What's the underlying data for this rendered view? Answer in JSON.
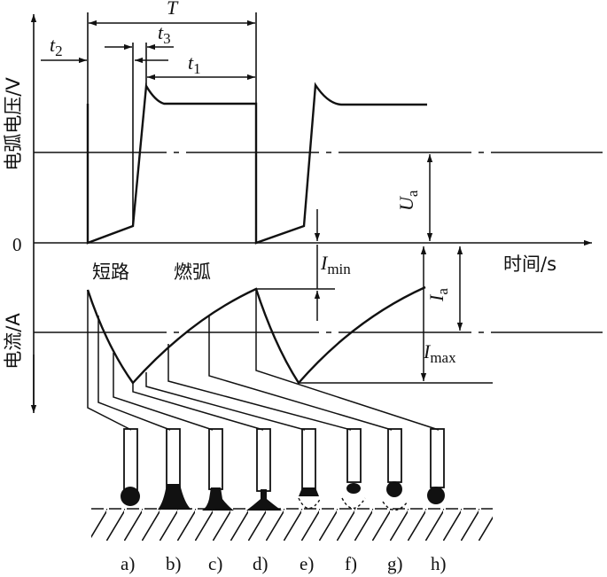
{
  "axes": {
    "voltage_label": "电弧电压/V",
    "current_label": "电流/A",
    "time_label": "时间/s",
    "origin_label": "0"
  },
  "timing": {
    "T": "T",
    "t1": {
      "sym": "t",
      "sub": "1"
    },
    "t2": {
      "sym": "t",
      "sub": "2"
    },
    "t3": {
      "sym": "t",
      "sub": "3"
    }
  },
  "quantities": {
    "Ua": {
      "sym": "U",
      "sub": "a"
    },
    "Ia": {
      "sym": "I",
      "sub": "a"
    },
    "Imin": {
      "sym": "I",
      "sub": "min"
    },
    "Imax": {
      "sym": "I",
      "sub": "max"
    }
  },
  "phases": {
    "short_circuit": "短路",
    "arcing": "燃弧"
  },
  "stages": [
    "a)",
    "b)",
    "c)",
    "d)",
    "e)",
    "f)",
    "g)",
    "h)"
  ]
}
